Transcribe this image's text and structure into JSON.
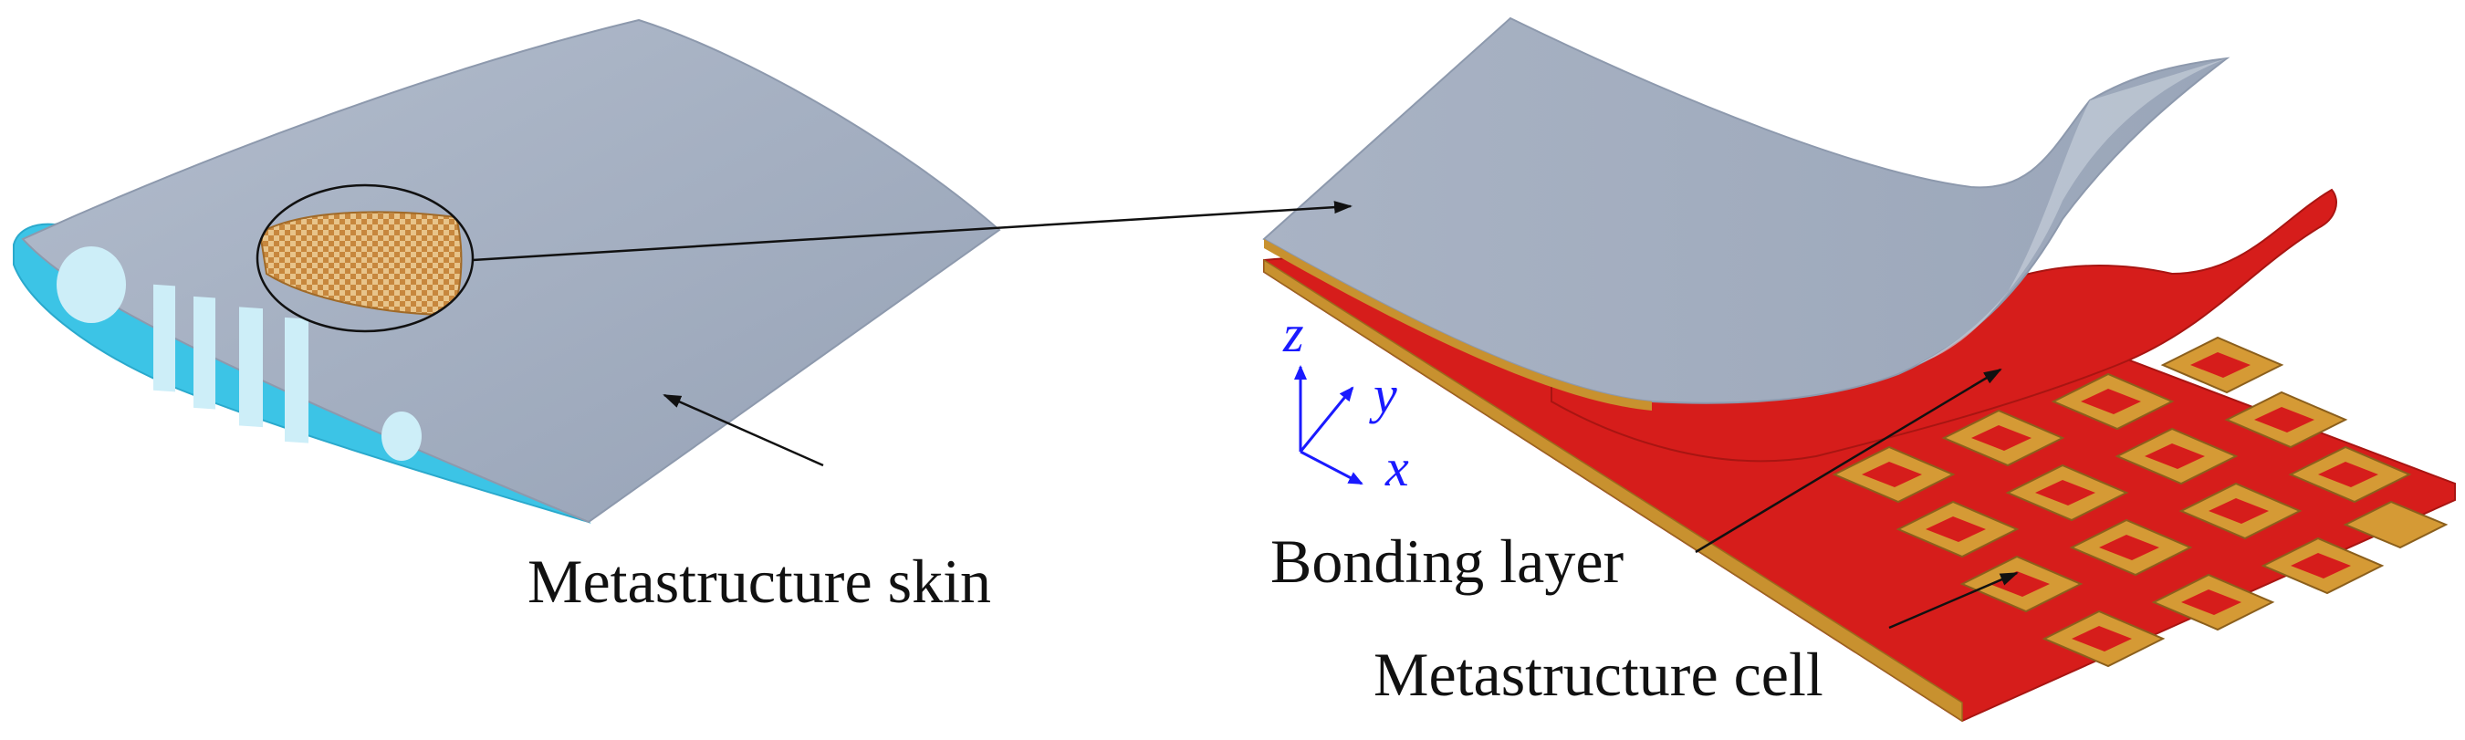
{
  "labels": {
    "skin": "Metastructure skin",
    "bonding": "Bonding layer",
    "cell": "Metastructure cell"
  },
  "axes": {
    "x": "x",
    "y": "y",
    "z": "z"
  },
  "colors": {
    "skin": "#a3aec0",
    "skin_edge": "#8d99ad",
    "airfoil_spar": "#3cc4e6",
    "airfoil_holes": "#cdeef8",
    "bonding": "#d61d1b",
    "cell": "#c8912f",
    "axis": "#1a1aff",
    "arrow": "#111111"
  }
}
